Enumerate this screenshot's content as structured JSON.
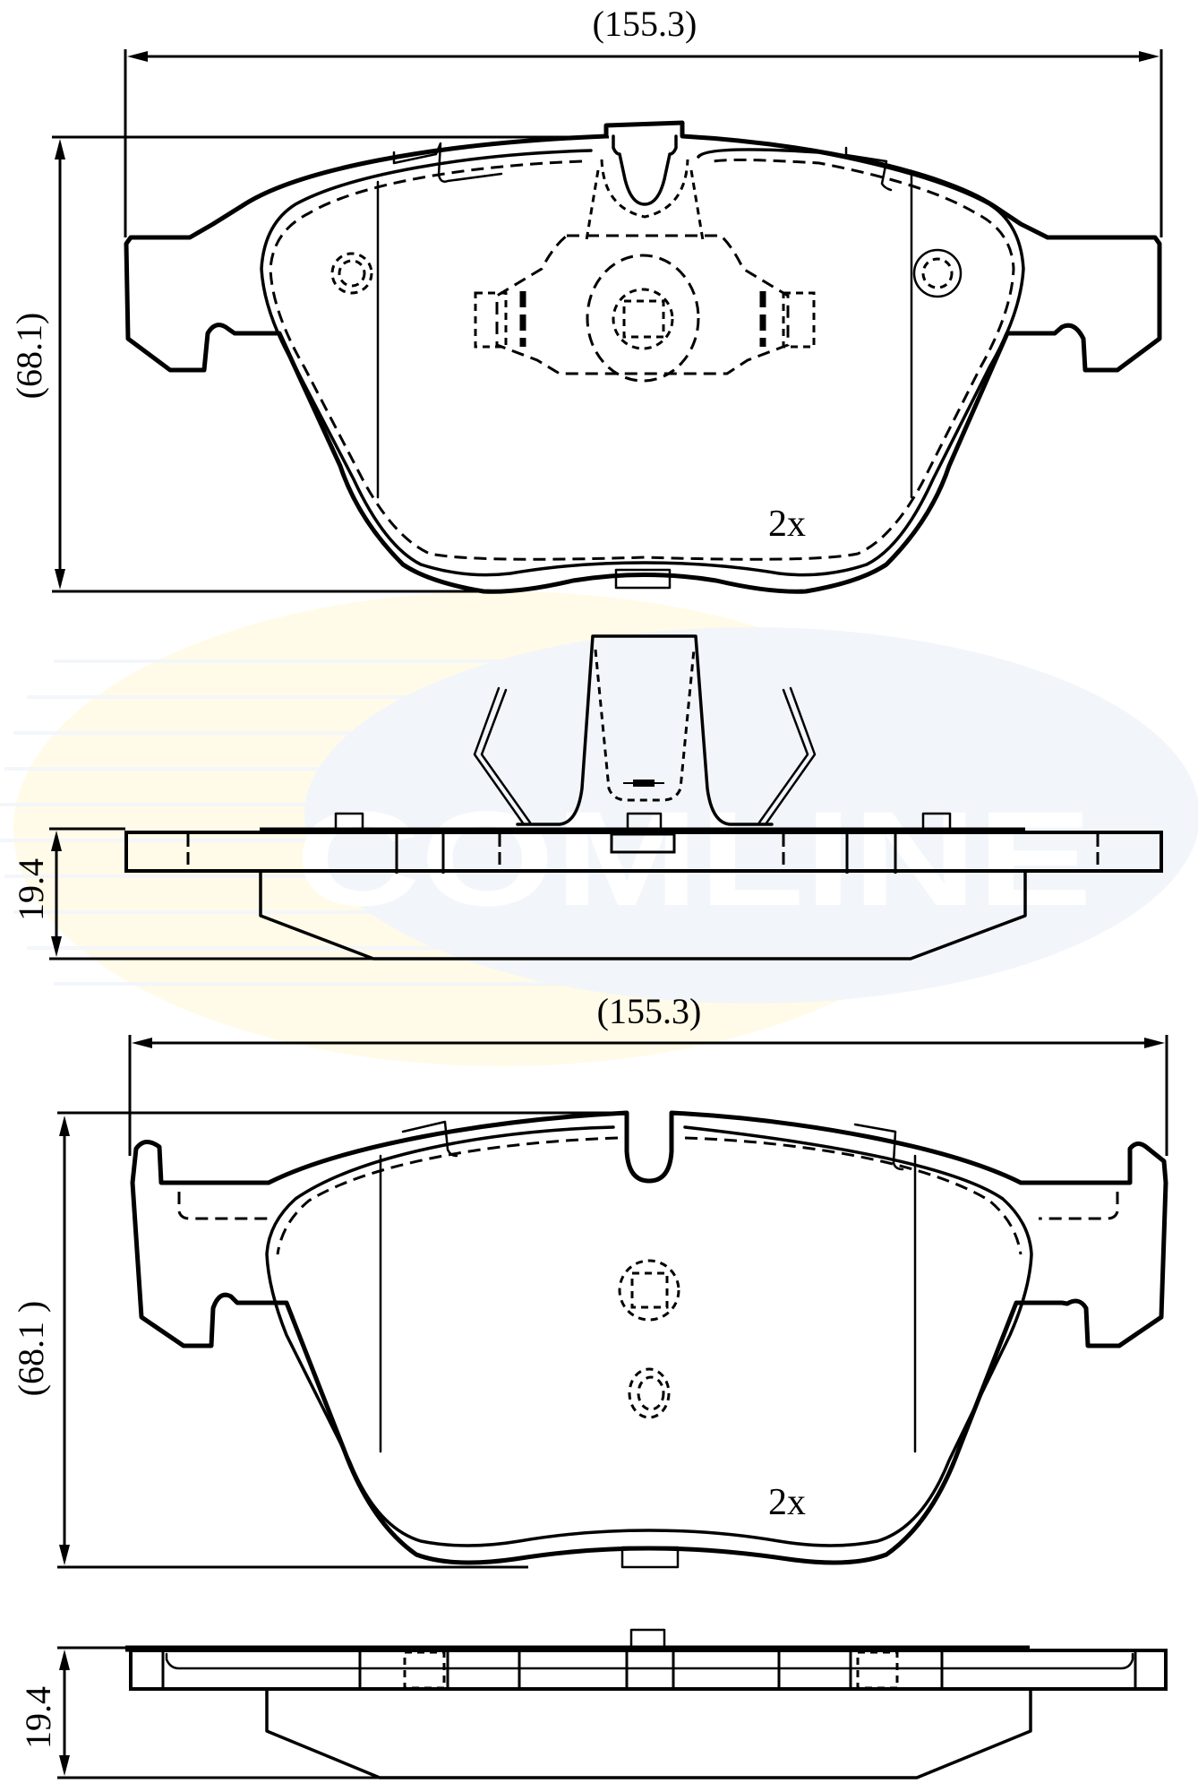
{
  "watermark": {
    "text": "COMLINE",
    "circle_color": "#f2f6fa",
    "crescent_color": "#fffbe8",
    "text_color": "#ffffff"
  },
  "views": {
    "top_view_1": {
      "width_label": "(155.3)",
      "height_label": "(68.1)",
      "quantity_label": "2x"
    },
    "side_view_1": {
      "thickness_label": "19.4"
    },
    "top_view_2": {
      "width_label": "(155.3)",
      "height_label": "(68.1 )",
      "quantity_label": "2x"
    },
    "side_view_2": {
      "thickness_label": "19.4"
    }
  },
  "colors": {
    "line": "#000000",
    "background": "#ffffff"
  }
}
